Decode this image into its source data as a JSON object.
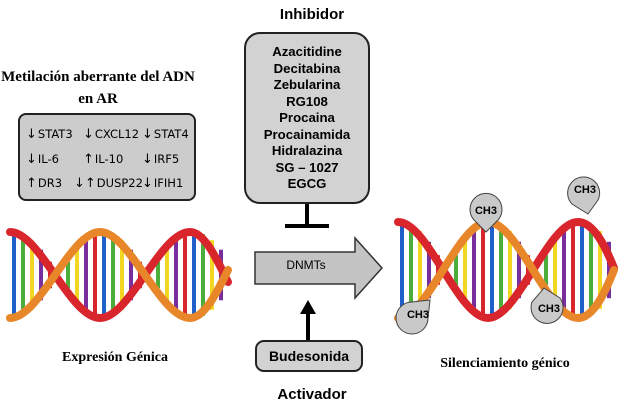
{
  "inhibitor": {
    "title": "Inhibidor",
    "drugs": [
      "Azacitidine",
      "Decitabina",
      "Zebularina",
      "RG108",
      "Procaina",
      "Procainamida",
      "Hidralazina",
      "SG – 1027",
      "EGCG"
    ]
  },
  "methylation": {
    "title_line1": "Metilación aberrante del ADN",
    "title_line2": "en AR",
    "genes": [
      {
        "name": "STAT3",
        "arrow": "↓"
      },
      {
        "name": "CXCL12",
        "arrow": "↓"
      },
      {
        "name": "STAT4",
        "arrow": "↓"
      },
      {
        "name": "IL-6",
        "arrow": "↓"
      },
      {
        "name": "IL-10",
        "arrow": "↑"
      },
      {
        "name": "IRF5",
        "arrow": "↓"
      },
      {
        "name": "DR3",
        "arrow": "↑"
      },
      {
        "name": "DUSP22",
        "arrow": "↓↑"
      },
      {
        "name": "IFIH1",
        "arrow": "↓"
      }
    ]
  },
  "dnmts_label": "DNMTs",
  "activator": {
    "title": "Activador",
    "drug": "Budesonida"
  },
  "captions": {
    "left": "Expresión Génica",
    "right": "Silenciamiento génico"
  },
  "methyl_label": "CH3",
  "colors": {
    "box_fill": "#d2d2d2",
    "strand_red": "#d8262c",
    "strand_orange": "#e8862a",
    "rung_blue": "#1e5fc8",
    "rung_green": "#4cae3a",
    "rung_yellow": "#f3d622",
    "rung_purple": "#7a2d9c",
    "arrow_fill": "#c4c4c4"
  }
}
